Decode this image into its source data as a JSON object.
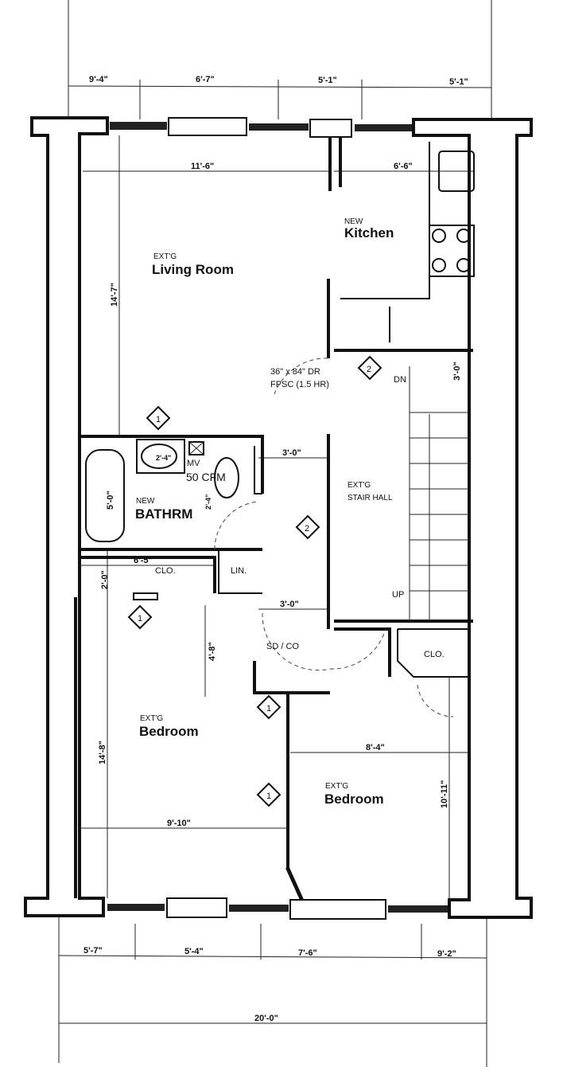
{
  "dimensions": {
    "top": [
      "9'-4\"",
      "6'-7\"",
      "5'-1\"",
      "5'-1\""
    ],
    "bottom": [
      "5'-7\"",
      "5'-4\"",
      "7'-6\"",
      "9'-2\""
    ],
    "overall": "20'-0\"",
    "living_width": "11'-6\"",
    "kitchen_width": "6'-6\"",
    "living_depth": "14'-7\"",
    "stair_width": "3'-0\"",
    "hall_width_upper": "3'-0\"",
    "hall_width_lower": "3'-0\"",
    "tub_length": "5'-0\"",
    "sink_width": "2'-4\"",
    "toilet_clear": "2'-4\"",
    "closet_width": "6'-5\"",
    "closet_depth": "2'-0\"",
    "hall_depth": "4'-8\"",
    "bedroom1_depth": "14'-8\"",
    "bedroom1_width": "9'-10\"",
    "bedroom2_width": "8'-4\"",
    "bedroom2_depth": "10'-11\""
  },
  "rooms": {
    "living": {
      "prefix": "EXT'G",
      "name": "Living Room"
    },
    "kitchen": {
      "prefix": "NEW",
      "name": "Kitchen"
    },
    "stair": {
      "prefix": "EXT'G",
      "name": "STAIR HALL"
    },
    "bath": {
      "prefix": "NEW",
      "name": "BATHRM"
    },
    "bedroom1": {
      "prefix": "EXT'G",
      "name": "Bedroom"
    },
    "bedroom2": {
      "prefix": "EXT'G",
      "name": "Bedroom"
    }
  },
  "notes": {
    "door_line1": "36\" x 84\" DR",
    "door_line2": "FPSC (1.5 HR)",
    "fan_line1": "MV",
    "fan_line2": "50 CFM",
    "stair_dn": "DN",
    "stair_up": "UP",
    "closet": "CLO.",
    "closet2": "CLO.",
    "linen": "LIN.",
    "sd_co": "SD / CO"
  },
  "tags": {
    "t2a": "2",
    "t2b": "2",
    "t1a": "1",
    "t1b": "1",
    "t1c": "1",
    "t1d": "1"
  }
}
